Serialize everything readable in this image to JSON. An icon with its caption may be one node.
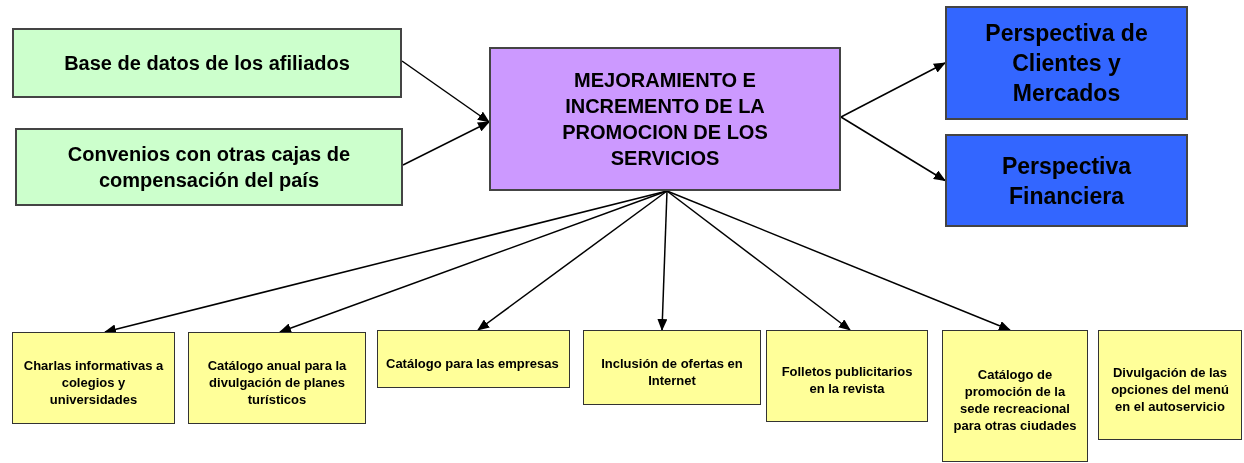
{
  "diagram": {
    "nodes": [
      {
        "text": [
          "Base de datos de los afiliados"
        ]
      },
      {
        "text": [
          "Convenios con otras cajas de compensación del país"
        ]
      },
      {
        "text": [
          "MEJORAMIENTO E INCREMENTO DE LA PROMOCION DE LOS SERVICIOS"
        ]
      },
      {
        "text": [
          "Perspectiva de Clientes y Mercados"
        ]
      },
      {
        "text": [
          "Perspectiva Financiera"
        ]
      },
      {
        "text": [
          "Charlas informativas a colegios y universidades"
        ]
      },
      {
        "text": [
          "Catálogo anual para la divulgación de planes turísticos"
        ]
      },
      {
        "text": [
          "Catálogo para las empresas"
        ]
      },
      {
        "text": [
          "Inclusión de ofertas en Internet"
        ]
      },
      {
        "text": [
          "Folletos publicitarios en la revista"
        ]
      },
      {
        "text": [
          "Catálogo de promoción de la sede recreacional para otras ciudades"
        ]
      },
      {
        "text": [
          "Divulgación de las opciones del menú en el autoservicio"
        ]
      }
    ],
    "edges": [
      {
        "from": 0,
        "to": 2,
        "arrow": "to"
      },
      {
        "from": 1,
        "to": 2,
        "arrow": "to"
      },
      {
        "from": 2,
        "to": 3,
        "arrow": "to"
      },
      {
        "from": 2,
        "to": 4,
        "arrow": "to"
      },
      {
        "from": 2,
        "to": 5,
        "arrow": "to"
      },
      {
        "from": 2,
        "to": 6,
        "arrow": "to"
      },
      {
        "from": 2,
        "to": 7,
        "arrow": "to"
      },
      {
        "from": 2,
        "to": 8,
        "arrow": "to"
      },
      {
        "from": 2,
        "to": 9,
        "arrow": "to"
      },
      {
        "from": 2,
        "to": 10,
        "arrow": "to"
      }
    ]
  }
}
